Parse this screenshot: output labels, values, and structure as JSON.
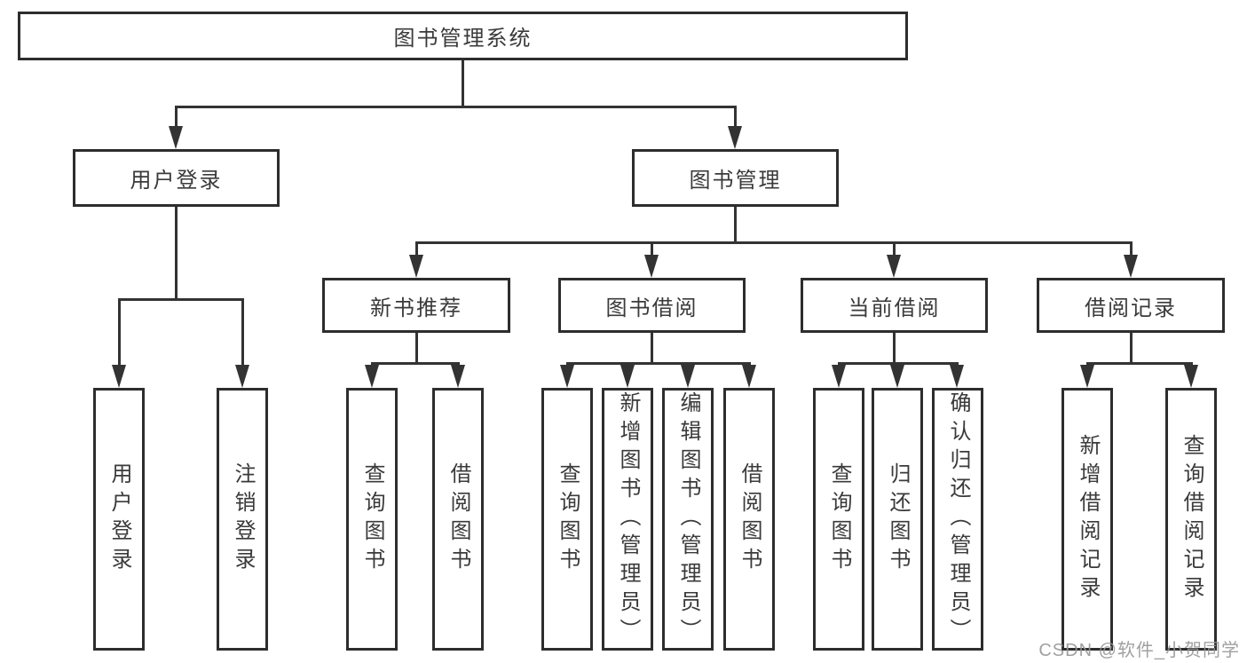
{
  "diagram": {
    "root": {
      "label": "图书管理系统"
    },
    "children": [
      {
        "label": "用户登录",
        "children": [
          {
            "label": "用户登录"
          },
          {
            "label": "注销登录"
          }
        ]
      },
      {
        "label": "图书管理",
        "children": [
          {
            "label": "新书推荐",
            "children": [
              {
                "label": "查询图书"
              },
              {
                "label": "借阅图书"
              }
            ]
          },
          {
            "label": "图书借阅",
            "children": [
              {
                "label": "查询图书"
              },
              {
                "label": "新增图书（管理员）"
              },
              {
                "label": "编辑图书（管理员）"
              },
              {
                "label": "借阅图书"
              }
            ]
          },
          {
            "label": "当前借阅",
            "children": [
              {
                "label": "查询图书"
              },
              {
                "label": "归还图书"
              },
              {
                "label": "确认归还（管理员）"
              }
            ]
          },
          {
            "label": "借阅记录",
            "children": [
              {
                "label": "新增借阅记录"
              },
              {
                "label": "查询借阅记录"
              }
            ]
          }
        ]
      }
    ]
  },
  "watermark": "CSDN @软件_小贺同学",
  "colors": {
    "line": "#333333",
    "border": "#2d2d2d",
    "text": "#3a3a3a",
    "watermark": "#969696",
    "background": "#ffffff"
  }
}
